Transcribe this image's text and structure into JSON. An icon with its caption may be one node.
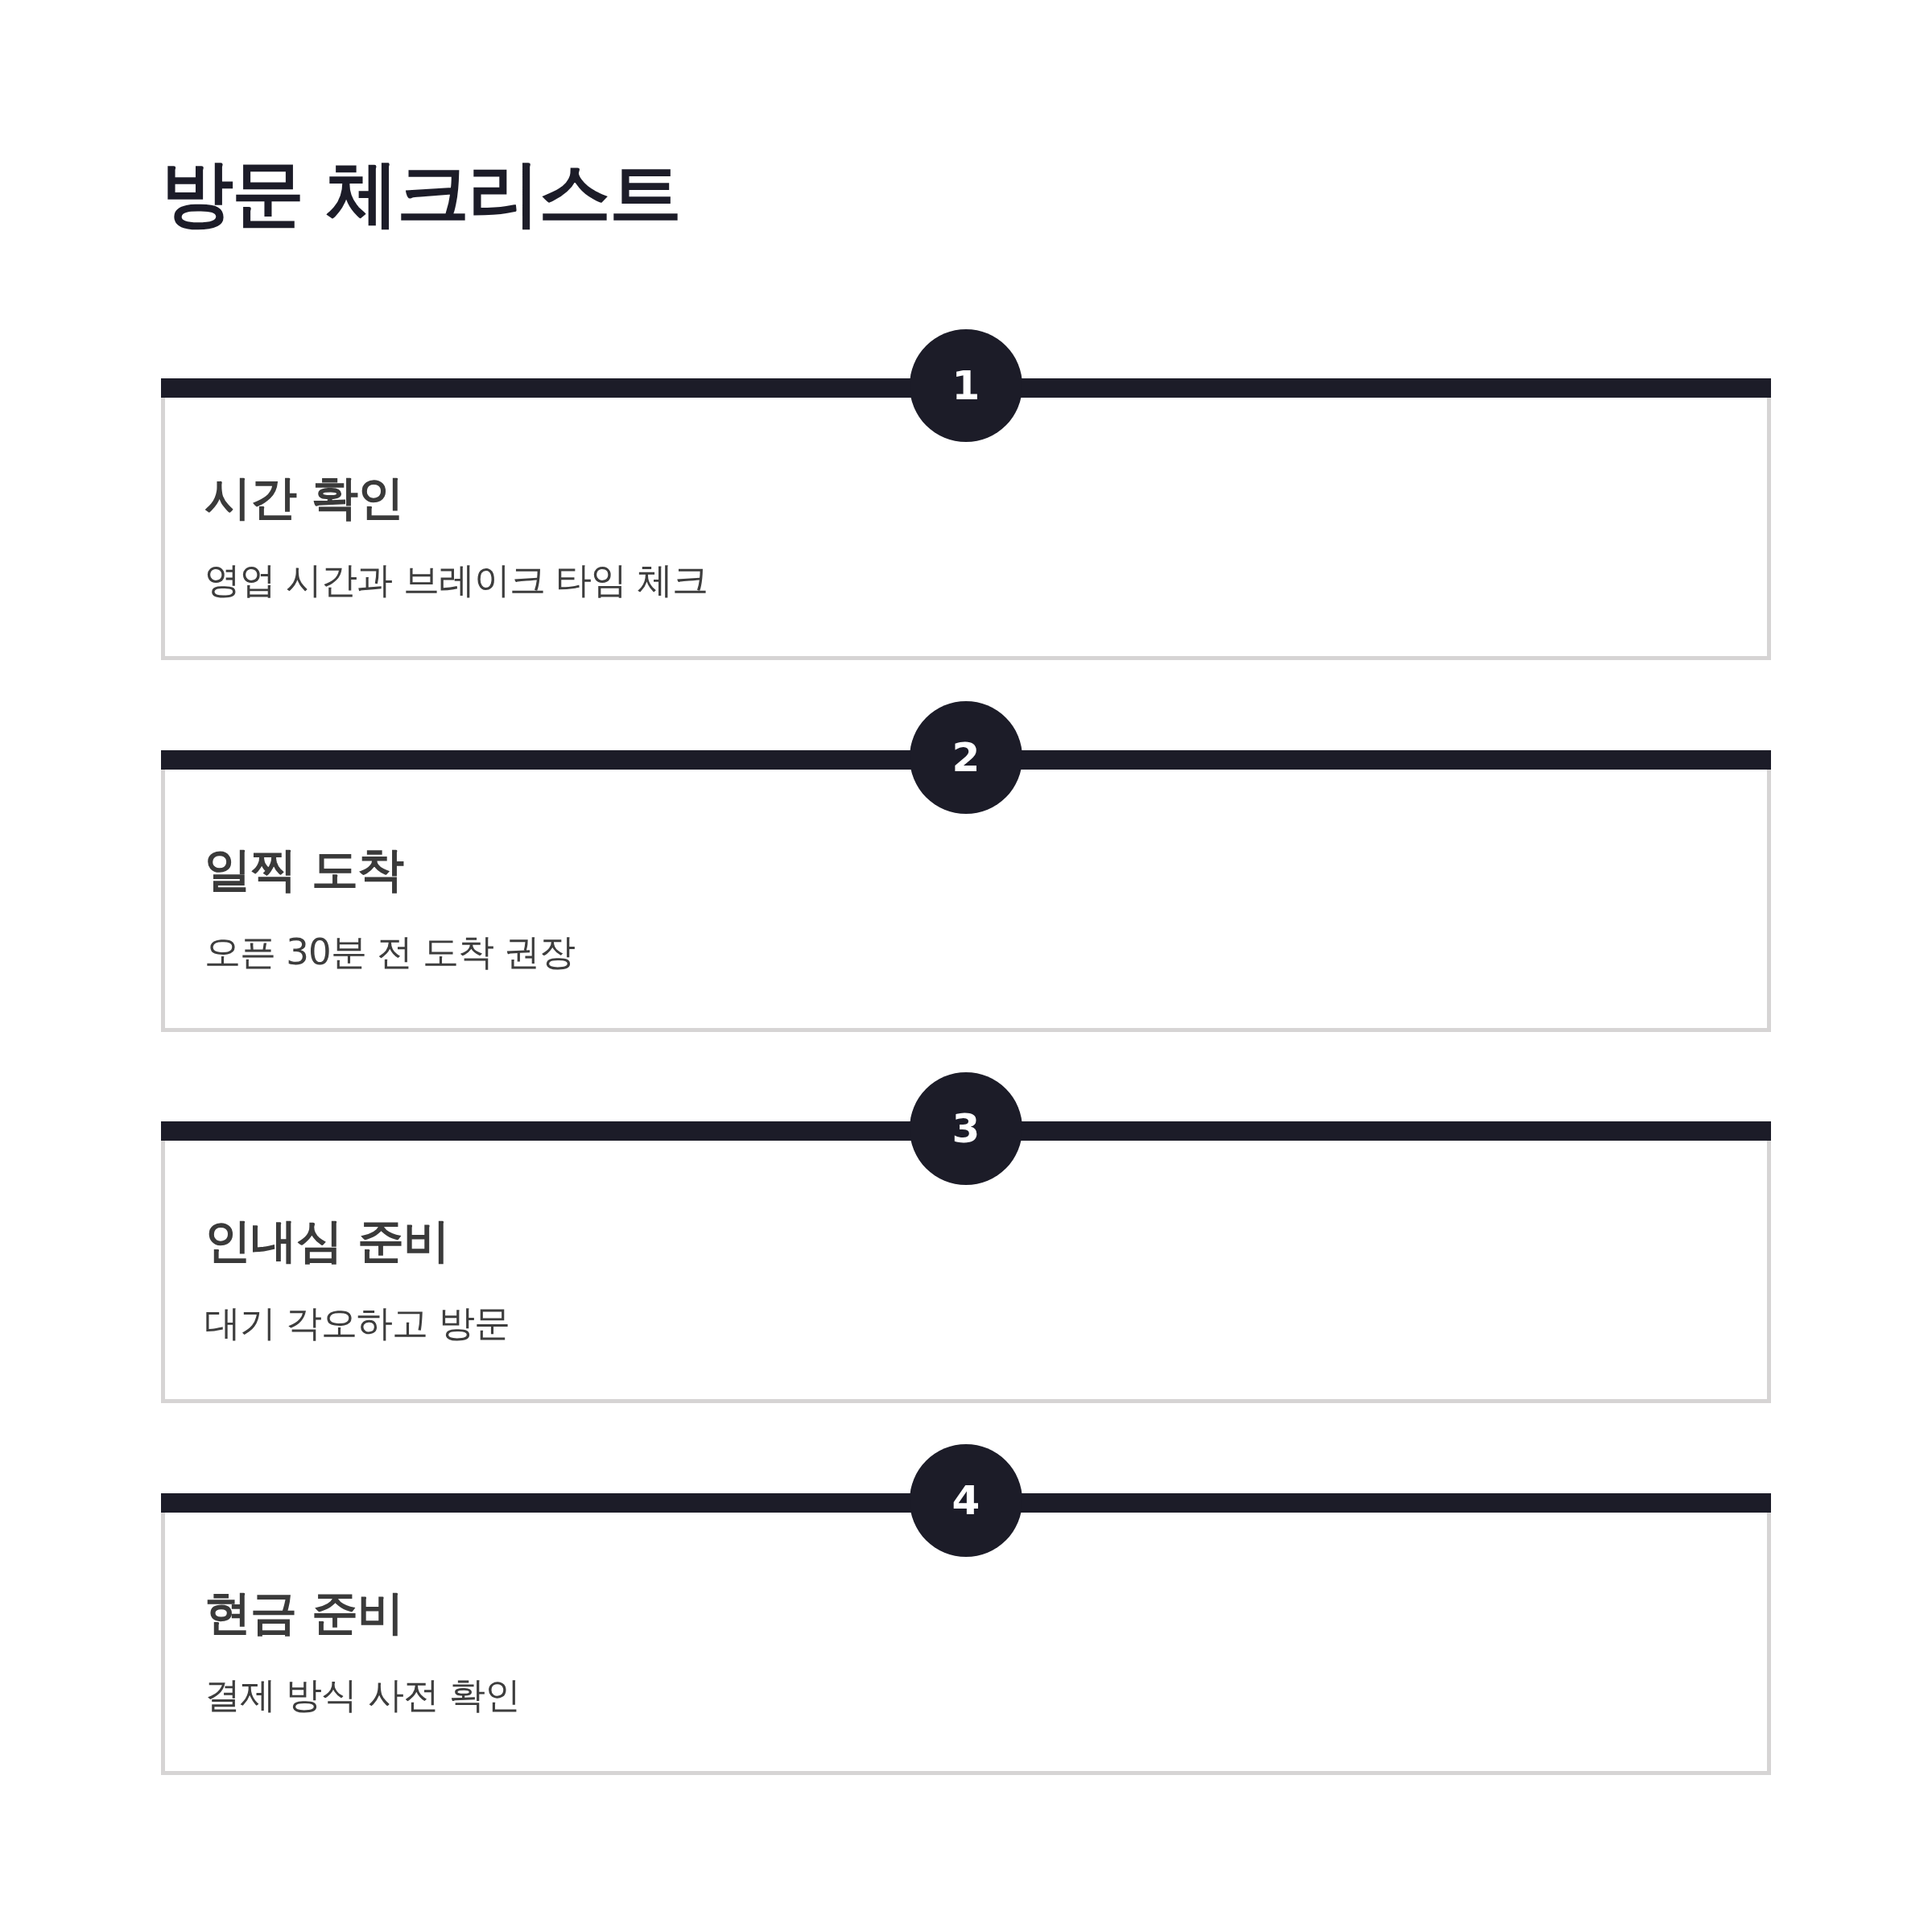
{
  "diagram": {
    "title": "방문 체크리스트",
    "nodes": [
      {
        "text": [
          "1"
        ]
      },
      {
        "text": [
          "시간 확인",
          "영업 시간과 브레이크 타임 체크"
        ]
      },
      {
        "text": [
          "2"
        ]
      },
      {
        "text": [
          "일찍 도착",
          "오픈 30분 전 도착 권장"
        ]
      },
      {
        "text": [
          "3"
        ]
      },
      {
        "text": [
          "인내심 준비",
          "대기 각오하고 방문"
        ]
      },
      {
        "text": [
          "4"
        ]
      },
      {
        "text": [
          "현금 준비",
          "결제 방식 사전 확인"
        ]
      }
    ]
  }
}
